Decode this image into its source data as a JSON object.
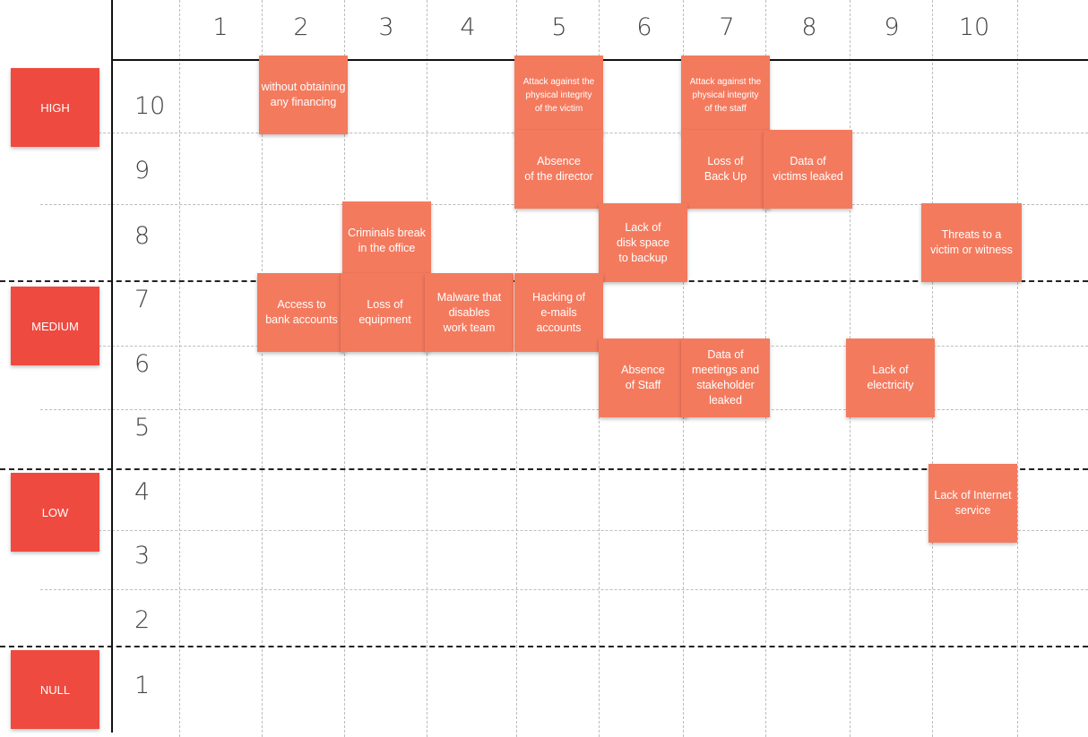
{
  "colors": {
    "level_badge": "#ee4a3f",
    "sticky_note": "#f47a5e",
    "axis": "#111111",
    "grid": "#bdbdbd"
  },
  "columns": [
    "1",
    "2",
    "3",
    "4",
    "5",
    "6",
    "7",
    "8",
    "9",
    "10"
  ],
  "rows": [
    "10",
    "9",
    "8",
    "7",
    "6",
    "5",
    "4",
    "3",
    "2",
    "1"
  ],
  "levels": {
    "high": "HIGH",
    "medium": "MEDIUM",
    "low": "LOW",
    "null": "NULL"
  },
  "notes": [
    {
      "text": "without obtaining\nany financing",
      "column": 2,
      "row": 10
    },
    {
      "text": "Attack against the\nphysical integrity\nof the victim",
      "column": 5,
      "row": 10
    },
    {
      "text": "Attack against the\nphysical integrity\nof the staff",
      "column": 7,
      "row": 10
    },
    {
      "text": "Absence\nof the director",
      "column": 5,
      "row": 9
    },
    {
      "text": "Loss of\nBack Up",
      "column": 7,
      "row": 9
    },
    {
      "text": "Data of\nvictims leaked",
      "column": 8,
      "row": 9
    },
    {
      "text": "Criminals break\nin the office",
      "column": 3,
      "row": 8
    },
    {
      "text": "Lack of\ndisk space\nto backup",
      "column": 6,
      "row": 8
    },
    {
      "text": "Threats to a\nvictim or witness",
      "column": 10,
      "row": 8
    },
    {
      "text": "Access to\nbank accounts",
      "column": 2,
      "row": 7
    },
    {
      "text": "Loss of\nequipment",
      "column": 3,
      "row": 7
    },
    {
      "text": "Malware that\ndisables\nwork team",
      "column": 4,
      "row": 7
    },
    {
      "text": "Hacking of\ne-mails\naccounts",
      "column": 5,
      "row": 7
    },
    {
      "text": "Absence\nof Staff",
      "column": 6,
      "row": 6
    },
    {
      "text": "Data of\nmeetings and\nstakeholder\nleaked",
      "column": 7,
      "row": 6
    },
    {
      "text": "Lack of\nelectricity",
      "column": 9,
      "row": 6
    },
    {
      "text": "Lack of Internet\nservice",
      "column": 10,
      "row": 4
    }
  ]
}
